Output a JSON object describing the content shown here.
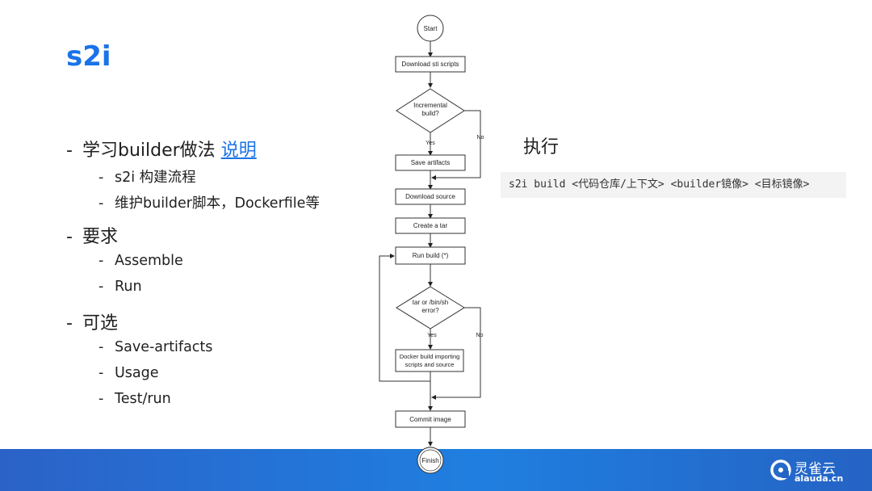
{
  "slide": {
    "title": "s2i"
  },
  "bullets": {
    "learn": {
      "text": "学习builder做法",
      "link": "说明"
    },
    "learn_items": [
      "s2i 构建流程",
      "维护builder脚本，Dockerfile等"
    ],
    "require": "要求",
    "require_items": [
      "Assemble",
      "Run"
    ],
    "optional": "可选",
    "optional_items": [
      "Save-artifacts",
      "Usage",
      "Test/run"
    ]
  },
  "flowchart": {
    "start": "Start",
    "download_sti": "Download sti scripts",
    "incremental_l1": "Incremental",
    "incremental_l2": "build?",
    "yes1": "Yes",
    "no1": "No",
    "save_artifacts": "Save artifacts",
    "download_source": "Download source",
    "create_tar": "Create a tar",
    "run_build": "Run build (*)",
    "tar_error_l1": "tar or /bin/sh",
    "tar_error_l2": "error?",
    "yes2": "Yes",
    "no2": "No",
    "docker_build_l1": "Docker build importing",
    "docker_build_l2": "scripts and source",
    "commit_image": "Commit image",
    "finish": "Finish"
  },
  "execute": {
    "title": "执行",
    "command": "s2i build <代码仓库/上下文> <builder镜像> <目标镜像>"
  },
  "footer": {
    "brand_name": "灵雀云",
    "brand_domain": "alauda.cn",
    "logo_icon": "alauda-logo-icon",
    "accent": "#1a73e8"
  }
}
